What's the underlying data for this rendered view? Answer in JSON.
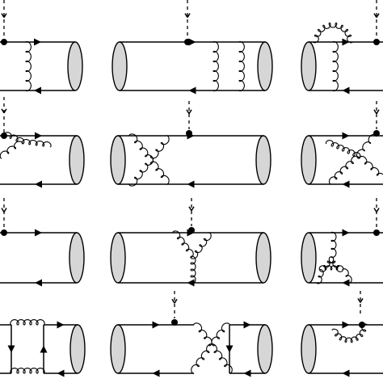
{
  "figure": {
    "rows": 4,
    "columns": 3,
    "panels": [
      {
        "row": 1,
        "col": 1,
        "kind": "ladder-one-gluon"
      },
      {
        "row": 1,
        "col": 2,
        "kind": "ladder-two-gluons"
      },
      {
        "row": 1,
        "col": 3,
        "kind": "self-energy-plus-ladder"
      },
      {
        "row": 2,
        "col": 1,
        "kind": "vertex-to-cap-gluon"
      },
      {
        "row": 2,
        "col": 2,
        "kind": "crossed-gluons"
      },
      {
        "row": 2,
        "col": 3,
        "kind": "three-gluon-vertex-crossed"
      },
      {
        "row": 3,
        "col": 1,
        "kind": "plain-propagators"
      },
      {
        "row": 3,
        "col": 2,
        "kind": "three-gluon-vertex-y"
      },
      {
        "row": 3,
        "col": 3,
        "kind": "three-gluon-triangle"
      },
      {
        "row": 4,
        "col": 1,
        "kind": "box-gluons"
      },
      {
        "row": 4,
        "col": 2,
        "kind": "crossed-box"
      },
      {
        "row": 4,
        "col": 3,
        "kind": "vertex-loop-gluon"
      }
    ],
    "colors": {
      "ink": "#000000",
      "cap_fill": "#d6d6d6",
      "background": "#ffffff"
    }
  }
}
